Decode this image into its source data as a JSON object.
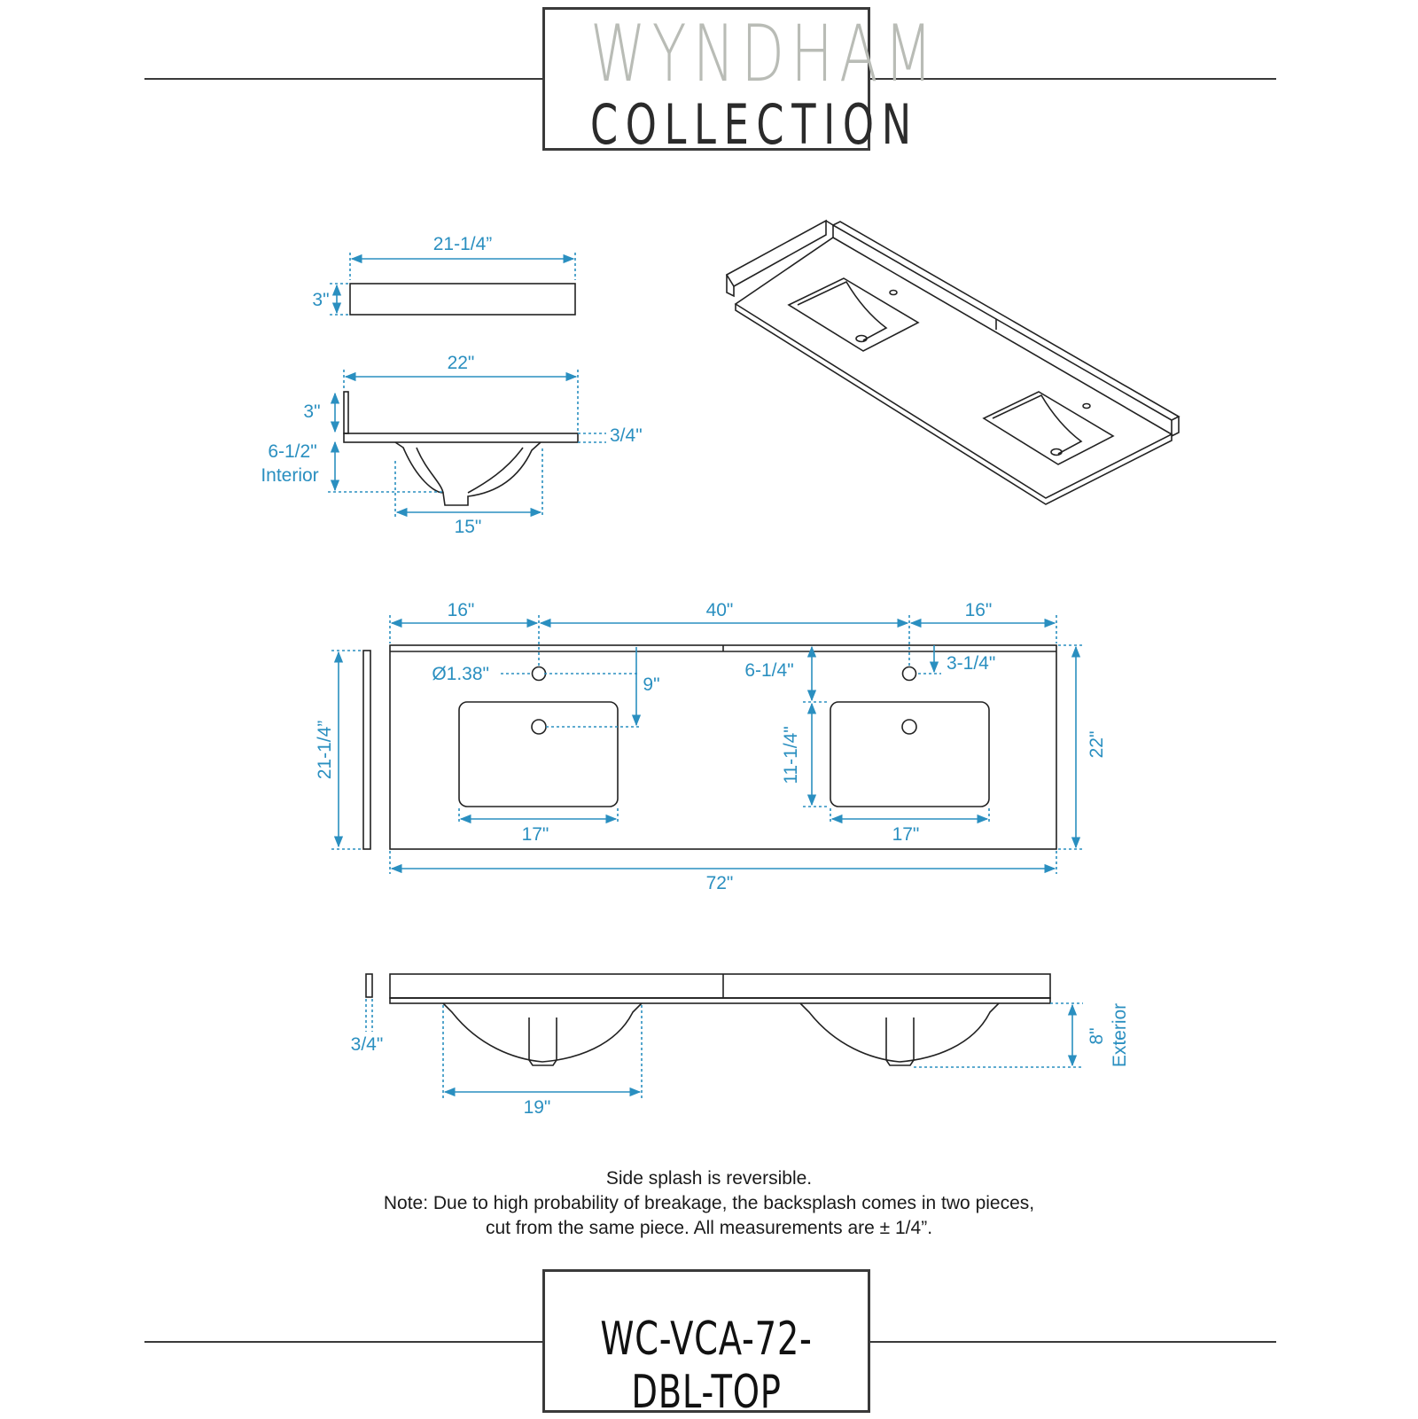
{
  "brand": {
    "line1": "WYNDHAM",
    "line2": "COLLECTION"
  },
  "model": "WC-VCA-72-DBL-TOP",
  "notes": {
    "line1": "Side splash is reversible.",
    "line2": "Note: Due to high probability of breakage, the backsplash comes in two pieces,",
    "line3": "cut from the same piece. All measurements are ± 1/4”."
  },
  "dims": {
    "sidesplash_length": "21-1/4”",
    "sidesplash_height": "3\"",
    "side_depth": "22\"",
    "side_backsplash_height": "3\"",
    "side_thickness": "3/4\"",
    "bowl_depth": "6-1/2\"",
    "bowl_depth_note": "Interior",
    "bowl_width_side": "15\"",
    "plan_left_offset": "16\"",
    "plan_center_spacing": "40\"",
    "plan_right_offset": "16\"",
    "faucet_hole": "Ø1.38\"",
    "faucet_to_drain": "9\"",
    "backsplash_to_sink": "6-1/4\"",
    "backsplash_to_hole": "3-1/4\"",
    "plan_sidesplash_length": "21-1/4”",
    "sink_length": "11-1/4\"",
    "plan_depth": "22\"",
    "sink_width_left": "17\"",
    "sink_width_right": "17\"",
    "total_width": "72\"",
    "front_thickness": "3/4\"",
    "bowl_width_front": "19\"",
    "bowl_exterior_depth": "8\"",
    "bowl_exterior_note": "Exterior"
  }
}
